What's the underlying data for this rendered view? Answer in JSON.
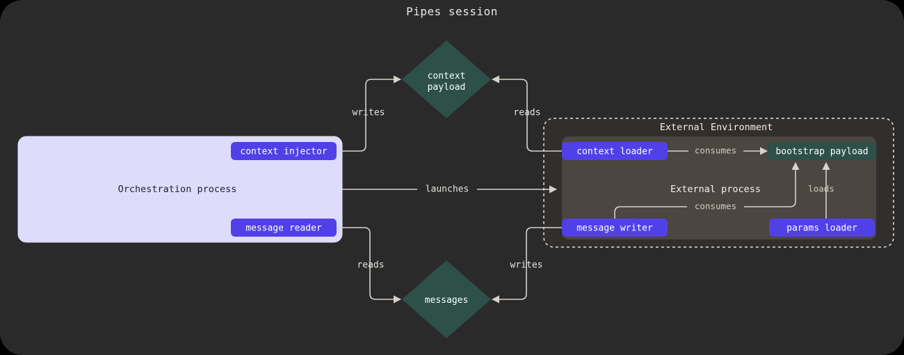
{
  "title": "Pipes session",
  "theme": {
    "page_background": "#2b2a2a",
    "accent_purple": "#5140e8",
    "teal": "#2d5049",
    "lavender": "#dedcfb",
    "cluster_inner": "#4b4640",
    "edge": "#d7d3cc"
  },
  "nodes": {
    "context_payload": {
      "label_line1": "context",
      "label_line2": "payload",
      "shape": "diamond"
    },
    "messages": {
      "label_line1": "messages",
      "shape": "diamond"
    },
    "orchestration": {
      "label": "Orchestration process",
      "shape": "box"
    },
    "context_injector": {
      "label": "context injector",
      "shape": "pill"
    },
    "message_reader": {
      "label": "message reader",
      "shape": "pill"
    },
    "external_environment": {
      "label": "External Environment",
      "shape": "dashed-cluster"
    },
    "external_process": {
      "label": "External process",
      "shape": "cluster"
    },
    "context_loader": {
      "label": "context loader",
      "shape": "pill"
    },
    "message_writer": {
      "label": "message writer",
      "shape": "pill"
    },
    "params_loader": {
      "label": "params loader",
      "shape": "pill"
    },
    "bootstrap_payload": {
      "label": "bootstrap payload",
      "shape": "box"
    }
  },
  "edges": {
    "injector_writes": {
      "label": "writes",
      "from": "context injector",
      "to": "context payload"
    },
    "loader_reads": {
      "label": "reads",
      "from": "context loader",
      "to": "context payload"
    },
    "orchestration_launches": {
      "label": "launches",
      "from": "Orchestration process",
      "to": "External Environment"
    },
    "reader_reads": {
      "label": "reads",
      "from": "message reader",
      "to": "messages"
    },
    "writer_writes": {
      "label": "writes",
      "from": "message writer",
      "to": "messages"
    },
    "loader_consumes": {
      "label": "consumes",
      "from": "context loader",
      "to": "bootstrap payload"
    },
    "writer_consumes": {
      "label": "consumes",
      "from": "message writer",
      "to": "bootstrap payload"
    },
    "params_loads": {
      "label": "loads",
      "from": "params loader",
      "to": "bootstrap payload"
    }
  }
}
